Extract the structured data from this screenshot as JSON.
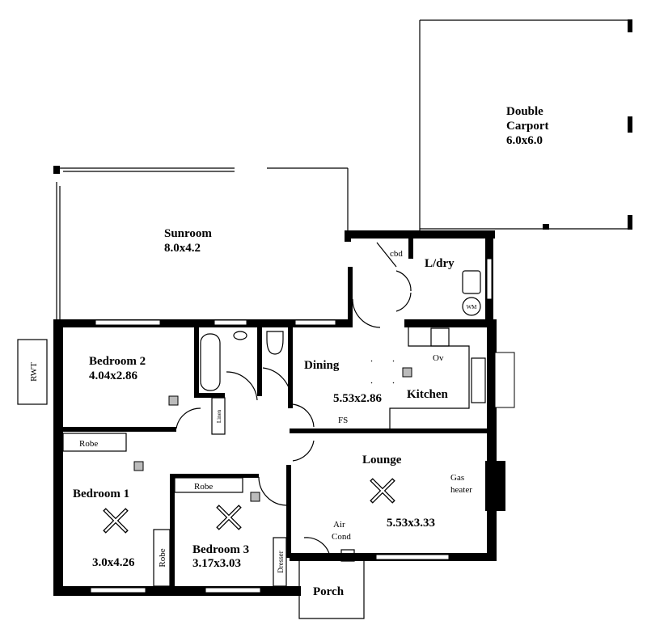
{
  "plan": {
    "rooms": {
      "carport": {
        "name_line1": "Double",
        "name_line2": "Carport",
        "size": "6.0x6.0"
      },
      "sunroom": {
        "name": "Sunroom",
        "size": "8.0x4.2"
      },
      "laundry": {
        "name": "L/dry"
      },
      "bedroom2": {
        "name": "Bedroom 2",
        "size": "4.04x2.86"
      },
      "dining": {
        "name": "Dining",
        "size": "5.53x2.86"
      },
      "kitchen": {
        "name": "Kitchen"
      },
      "lounge": {
        "name": "Lounge",
        "size": "5.53x3.33"
      },
      "bedroom1": {
        "name": "Bedroom 1",
        "size": "3.0x4.26"
      },
      "bedroom3": {
        "name": "Bedroom 3",
        "size": "3.17x3.03"
      },
      "porch": {
        "name": "Porch"
      }
    },
    "fixtures": {
      "cupboard": "cbd",
      "washing_machine": "WM",
      "oven": "Ov",
      "fridge_space": "FS",
      "linen": "Linen",
      "robe": "Robe",
      "dresser": "Dresser",
      "gas_heater_line1": "Gas",
      "gas_heater_line2": "heater",
      "air_cond_line1": "Air",
      "air_cond_line2": "Cond",
      "rainwater_tank": "RWT"
    }
  }
}
